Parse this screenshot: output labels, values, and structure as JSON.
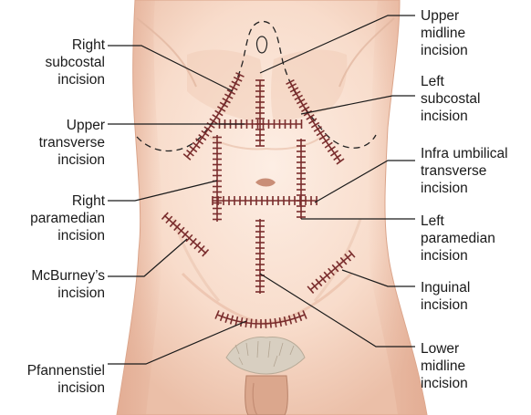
{
  "colors": {
    "skin_light": "#fbe6d8",
    "skin_mid": "#f3cdb8",
    "skin_shadow": "#e3ad95",
    "suture": "#7a2d2d",
    "leader": "#1a1a1a",
    "hair": "#cfc5b6"
  },
  "labels": {
    "right_subcostal": [
      "Right",
      "subcostal",
      "incision"
    ],
    "upper_transverse": [
      "Upper",
      "transverse",
      "incision"
    ],
    "right_paramedian": [
      "Right",
      "paramedian",
      "incision"
    ],
    "mcburney": [
      "McBurney’s",
      "incision"
    ],
    "pfannenstiel": [
      "Pfannenstiel",
      "incision"
    ],
    "upper_midline": [
      "Upper",
      "midline",
      "incision"
    ],
    "left_subcostal": [
      "Left",
      "subcostal",
      "incision"
    ],
    "infra_umbilical": [
      "Infra umbilical",
      "transverse",
      "incision"
    ],
    "left_paramedian": [
      "Left",
      "paramedian",
      "incision"
    ],
    "inguinal": [
      "Inguinal",
      "incision"
    ],
    "lower_midline": [
      "Lower",
      "midline",
      "incision"
    ]
  }
}
